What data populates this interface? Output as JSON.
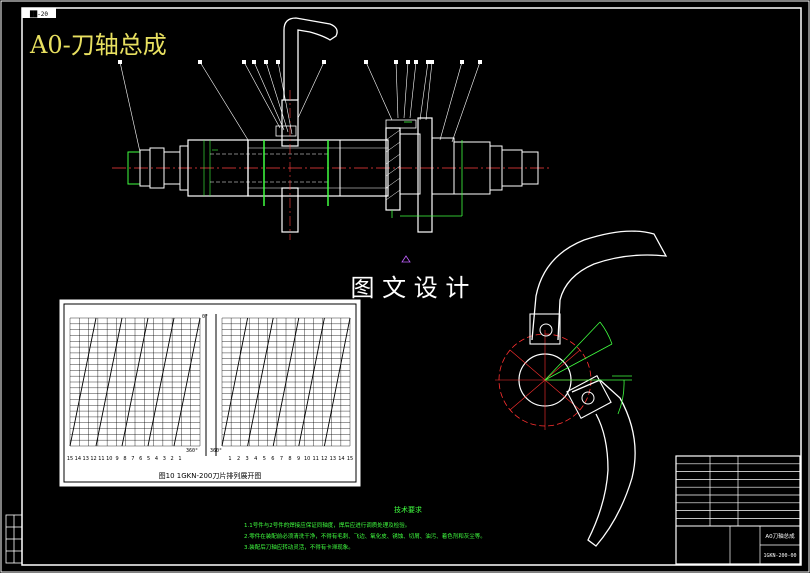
{
  "sheet": {
    "title": "A0-刀轴总成",
    "corner_code": "██-20",
    "watermark": "图 文 设 计"
  },
  "chart_panel": {
    "caption": "图10 1GKN-200刀片排列展开图",
    "marker_top": "0°",
    "left_ticks": [
      "15",
      "14",
      "13",
      "12",
      "11",
      "10",
      "9",
      "8",
      "7",
      "6",
      "5",
      "4",
      "3",
      "2",
      "1"
    ],
    "right_ticks": [
      "1",
      "2",
      "3",
      "4",
      "5",
      "6",
      "7",
      "8",
      "9",
      "10",
      "11",
      "12",
      "13",
      "14",
      "15"
    ],
    "mid_label": "360°",
    "mid_label_b": "360°"
  },
  "tech_req": {
    "title": "技术要求",
    "lines": [
      "1.1号件与2号件的焊接应保证同轴度，焊后应进行调质处理及检验。",
      "2.零件在装配前必须清洗干净，不得有毛刺、飞边、氧化皮、锈蚀、切屑、油污、着色剂和灰尘等。",
      "3.装配后刀轴应转动灵活，不得有卡滞现象。"
    ]
  },
  "title_block": {
    "name": "A0刀轴总成",
    "drawing_no": "1GKN-200-00"
  }
}
